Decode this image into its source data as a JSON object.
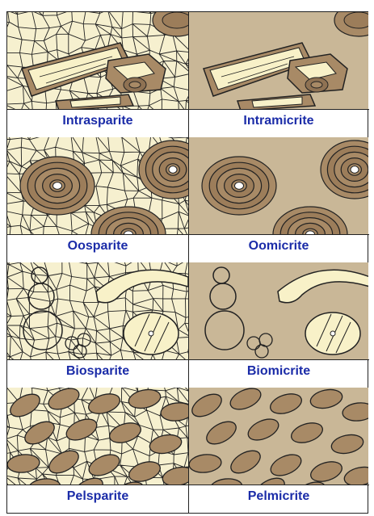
{
  "colors": {
    "sparite_fill": "#f6f0cf",
    "micrite_fill": "#c9b797",
    "grain_brown": "#a88a66",
    "grain_light": "#f8f1c8",
    "outline": "#222222",
    "label_color": "#1b2ca8"
  },
  "panels": [
    {
      "id": "intrasparite",
      "label": "Intrasparite",
      "matrix": "sparite",
      "grains": "intraclasts"
    },
    {
      "id": "intramicrite",
      "label": "Intramicrite",
      "matrix": "micrite",
      "grains": "intraclasts"
    },
    {
      "id": "oosparite",
      "label": "Oosparite",
      "matrix": "sparite",
      "grains": "ooids"
    },
    {
      "id": "oomicrite",
      "label": "Oomicrite",
      "matrix": "micrite",
      "grains": "ooids"
    },
    {
      "id": "biosparite",
      "label": "Biosparite",
      "matrix": "sparite",
      "grains": "bioclasts"
    },
    {
      "id": "biomicrite",
      "label": "Biomicrite",
      "matrix": "micrite",
      "grains": "bioclasts"
    },
    {
      "id": "pelsparite",
      "label": "Pelsparite",
      "matrix": "sparite",
      "grains": "pellets"
    },
    {
      "id": "pelmicrite",
      "label": "Pelmicrite",
      "matrix": "micrite",
      "grains": "pellets"
    }
  ]
}
